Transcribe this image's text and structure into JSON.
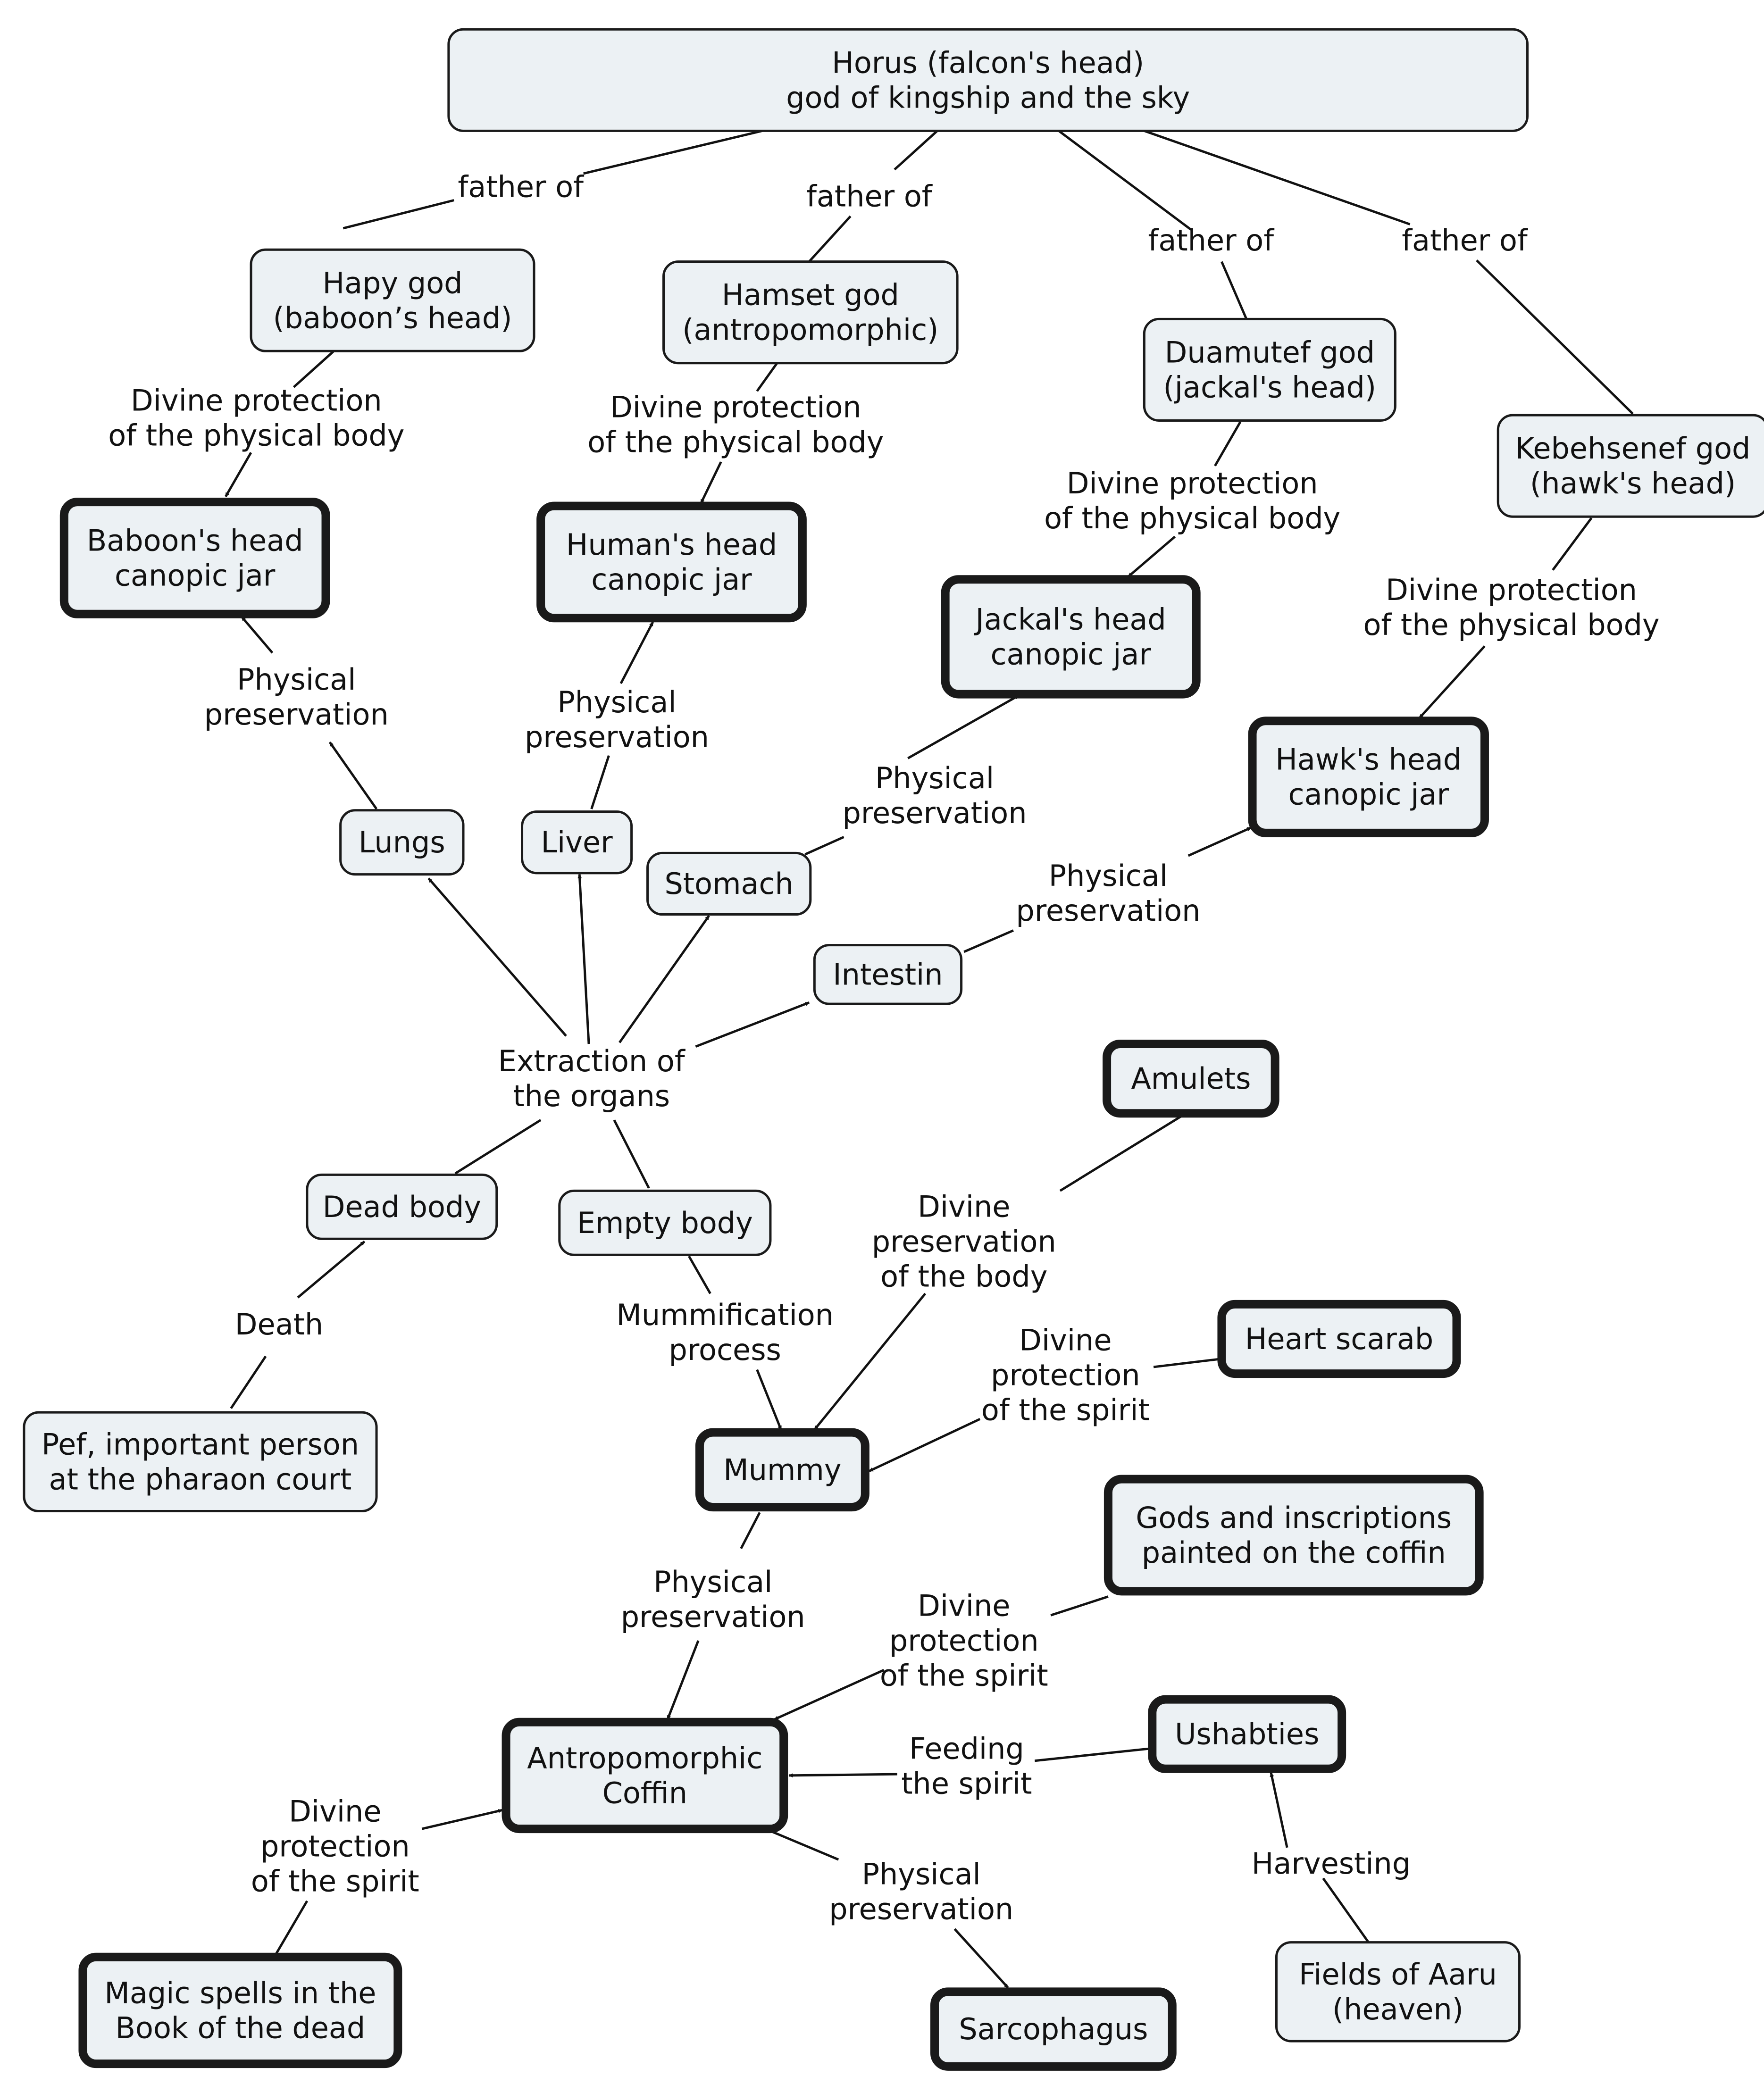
{
  "colors": {
    "node_fill": "#ecf1f4",
    "border": "#1a1a1a",
    "text": "#111111",
    "background": "#ffffff"
  },
  "nodes": {
    "horus": [
      "Horus (falcon's head)",
      "god of kingship and the sky"
    ],
    "hapy": [
      "Hapy god",
      "(baboon’s head)"
    ],
    "hamset": [
      "Hamset god",
      "(antropomorphic)"
    ],
    "duamutef": [
      "Duamutef god",
      "(jackal's head)"
    ],
    "kebehsenef": [
      "Kebehsenef god",
      "(hawk's head)"
    ],
    "baboon_jar": [
      "Baboon's head",
      "canopic jar"
    ],
    "human_jar": [
      "Human's head",
      "canopic jar"
    ],
    "jackal_jar": [
      "Jackal's head",
      "canopic jar"
    ],
    "hawk_jar": [
      "Hawk's head",
      "canopic jar"
    ],
    "lungs": [
      "Lungs"
    ],
    "liver": [
      "Liver"
    ],
    "stomach": [
      "Stomach"
    ],
    "intestin": [
      "Intestin"
    ],
    "amulets": [
      "Amulets"
    ],
    "dead_body": [
      "Dead body"
    ],
    "empty_body": [
      "Empty body"
    ],
    "heart_scarab": [
      "Heart scarab"
    ],
    "pef": [
      "Pef, important person",
      "at the pharaon court"
    ],
    "mummy": [
      "Mummy"
    ],
    "gods_inscriptions": [
      "Gods and inscriptions",
      "painted on the coffin"
    ],
    "ushabties": [
      "Ushabties"
    ],
    "coffin": [
      "Antropomorphic",
      "Coffin"
    ],
    "magic_spells": [
      "Magic spells in the",
      "Book of the dead"
    ],
    "sarcophagus": [
      "Sarcophagus"
    ],
    "fields_aaru": [
      "Fields of Aaru",
      "(heaven)"
    ]
  },
  "links": {
    "father_hapy": [
      "father of"
    ],
    "father_hamset": [
      "father of"
    ],
    "father_duamutef": [
      "father of"
    ],
    "father_kebehsenef": [
      "father of"
    ],
    "divine_hapy": [
      "Divine protection",
      "of the physical body"
    ],
    "divine_hamset": [
      "Divine protection",
      "of the physical body"
    ],
    "divine_duamutef": [
      "Divine protection",
      "of the physical body"
    ],
    "divine_kebehsenef": [
      "Divine protection",
      "of the physical body"
    ],
    "phys_lungs": [
      "Physical",
      "preservation"
    ],
    "phys_liver": [
      "Physical",
      "preservation"
    ],
    "phys_stomach": [
      "Physical",
      "preservation"
    ],
    "phys_intestin": [
      "Physical",
      "preservation"
    ],
    "extraction": [
      "Extraction of",
      "the organs"
    ],
    "death": [
      "Death"
    ],
    "mummification": [
      "Mummification",
      "process"
    ],
    "divine_body": [
      "Divine",
      "preservation",
      "of the body"
    ],
    "divine_spirit_scarab": [
      "Divine",
      "protection",
      "of the spirit"
    ],
    "phys_mummy": [
      "Physical",
      "preservation"
    ],
    "divine_spirit_gods": [
      "Divine",
      "protection",
      "of the spirit"
    ],
    "feeding": [
      "Feeding",
      "the spirit"
    ],
    "divine_spirit_magic": [
      "Divine",
      "protection",
      "of the spirit"
    ],
    "phys_coffin": [
      "Physical",
      "preservation"
    ],
    "harvesting": [
      "Harvesting"
    ]
  }
}
